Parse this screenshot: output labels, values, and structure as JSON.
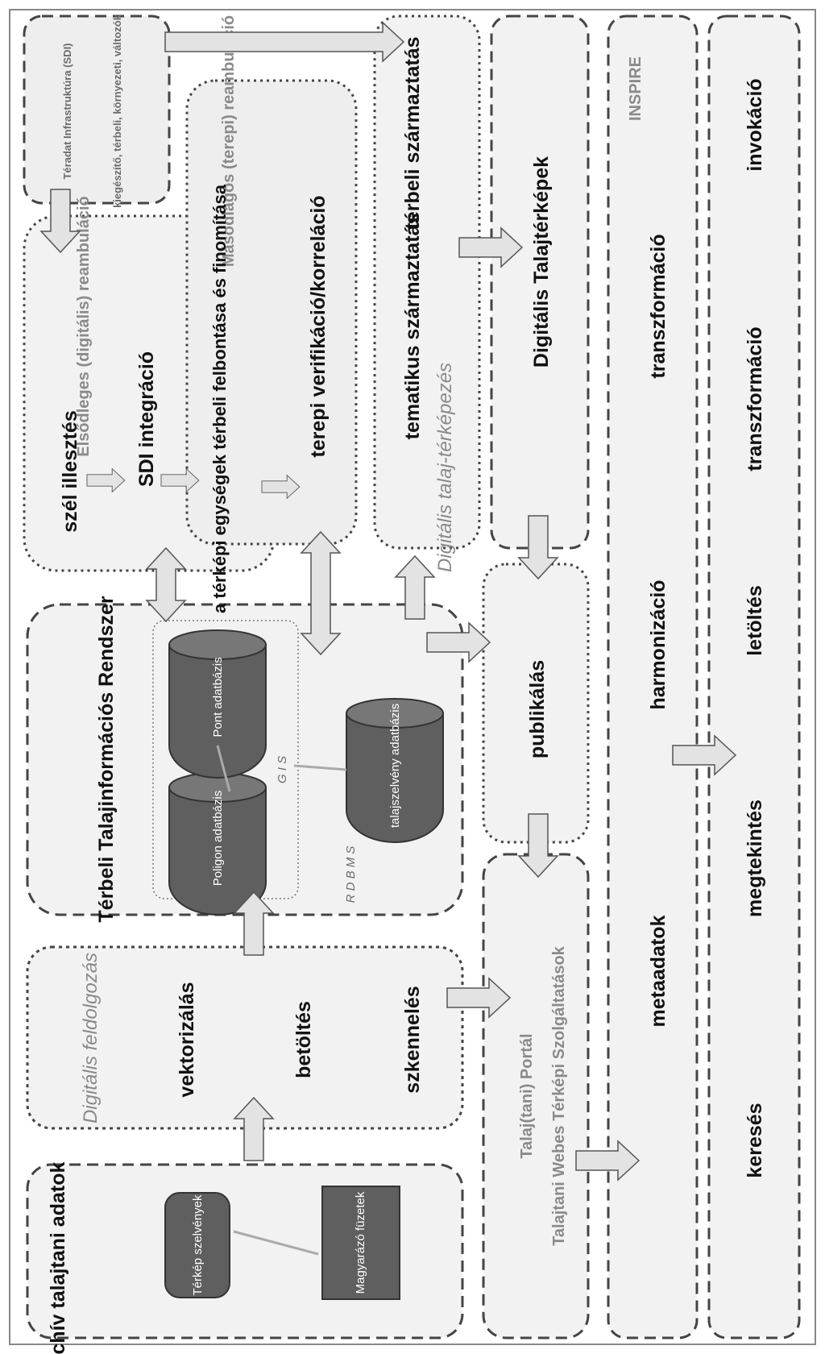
{
  "diagram": {
    "archive": {
      "title": "Archív talajtani adatok",
      "map_sheets": "Térkép szelvények",
      "notes": "Magyarázó füzetek"
    },
    "digital_processing": {
      "title": "Digitális feldolgozás",
      "vectorizing": "vektorizálás",
      "loading": "betöltés",
      "scanning": "szkennelés"
    },
    "gis": {
      "title": "Térbeli Talajinformációs Rendszer",
      "polygon_db": "Poligon adatbázis",
      "point_db": "Pont adatbázis",
      "soilsheet_db": "talajszelvény adatbázis",
      "gis_label": "G I S",
      "rdbms_label": "R D B M S"
    },
    "sdi": {
      "title": "Téradat Infrastruktúra (SDI)",
      "subtitle": "kiegészítő, térbeli, környezeti, változók"
    },
    "primary": {
      "title": "Elsődleges (digitális) reambuláció",
      "edge_matching": "szél illesztés",
      "sdi_integration": "SDI integráció"
    },
    "secondary": {
      "title": "Másodlagos (terepi) reambuláció",
      "refinement": "a térképi egységek térbeli felbontása és finomítása",
      "verification": "terepi verifikáció/korreláció"
    },
    "dsm": {
      "title": "Digitális talaj-térképezés",
      "thematic": "tematikus származtatás",
      "spatial": "térbeli származtatás"
    },
    "digital_maps": "Digitális Talajtérképek",
    "publishing": "publikálás",
    "portal": {
      "title": "Talaj(tani) Portál",
      "subtitle": "Talajtani Webes Térképi Szolgáltatások"
    },
    "inspire": {
      "title": "INSPIRE",
      "metadata": "metaadatok",
      "harmonization": "harmonizáció",
      "transformation": "transzformáció"
    },
    "services": {
      "search": "keresés",
      "view": "megtekintés",
      "download": "letöltés",
      "transform": "transzformáció",
      "invoke": "invokáció"
    }
  },
  "colors": {
    "box_fill": "#f2f2f2",
    "box_stroke": "#444444",
    "arrow_fill": "#e3e3e3",
    "db_fill": "#5f5f5f"
  }
}
